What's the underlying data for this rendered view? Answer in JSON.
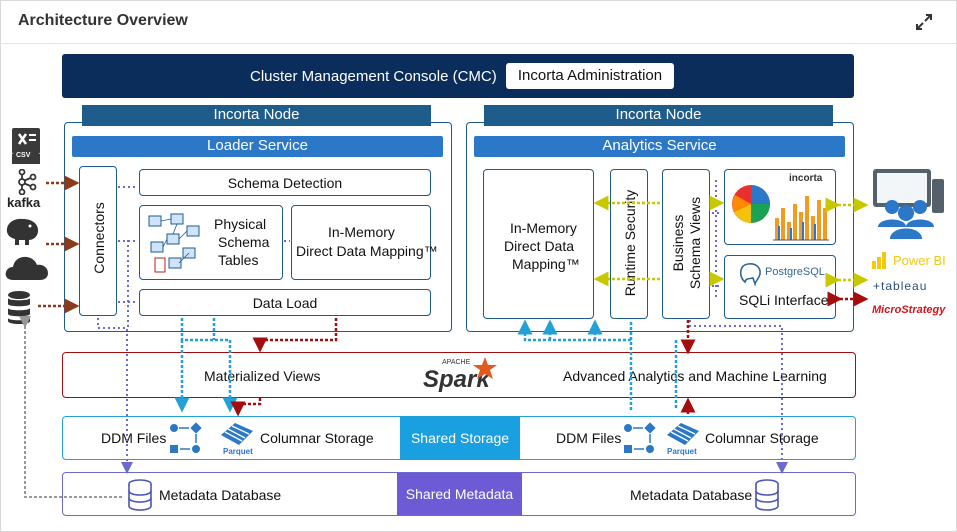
{
  "header": {
    "title": "Architecture Overview"
  },
  "cmc": {
    "label": "Cluster Management Console (CMC)",
    "admin_button": "Incorta Administration"
  },
  "left_node": {
    "title": "Incorta Node",
    "service": "Loader Service",
    "connectors": "Connectors",
    "schema_detection": "Schema Detection",
    "physical_schema": [
      "Physical",
      "Schema",
      "Tables"
    ],
    "in_memory": [
      "In-Memory",
      "Direct Data Mapping™"
    ],
    "data_load": "Data Load"
  },
  "right_node": {
    "title": "Incorta Node",
    "service": "Analytics Service",
    "in_memory": [
      "In-Memory",
      "Direct Data",
      "Mapping™"
    ],
    "runtime_security": "Runtime Security",
    "business_views": [
      "Business",
      "Schema Views"
    ],
    "incorta_logo": "incorta",
    "postgres_label": "PostgreSQL",
    "sqli": "SQLi Interface"
  },
  "sources": {
    "csv_label": "CSV",
    "kafka_label": "kafka"
  },
  "bi_tools": {
    "powerbi": "Power BI",
    "tableau": "+tableau",
    "microstrategy": "MicroStrategy"
  },
  "spark_row": {
    "materialized_views": "Materialized Views",
    "spark_apache": "APACHE",
    "spark_logo": "Spark",
    "advanced": "Advanced Analytics and Machine Learning"
  },
  "storage_row": {
    "ddm_left": "DDM Files",
    "columnar_left": "Columnar Storage",
    "parquet_left": "Parquet",
    "shared": "Shared Storage",
    "ddm_right": "DDM Files",
    "columnar_right": "Columnar Storage",
    "parquet_right": "Parquet"
  },
  "metadata_row": {
    "left": "Metadata Database",
    "shared": "Shared Metadata",
    "right": "Metadata Database"
  },
  "colors": {
    "navy": "#0b2d5b",
    "node": "#1e5c8c",
    "service": "#2b77c8",
    "red": "#a30d0d",
    "cyan": "#22a0d8",
    "purple": "#6a6ad0",
    "yellow": "#c8c800",
    "brown": "#8b3a1a"
  }
}
